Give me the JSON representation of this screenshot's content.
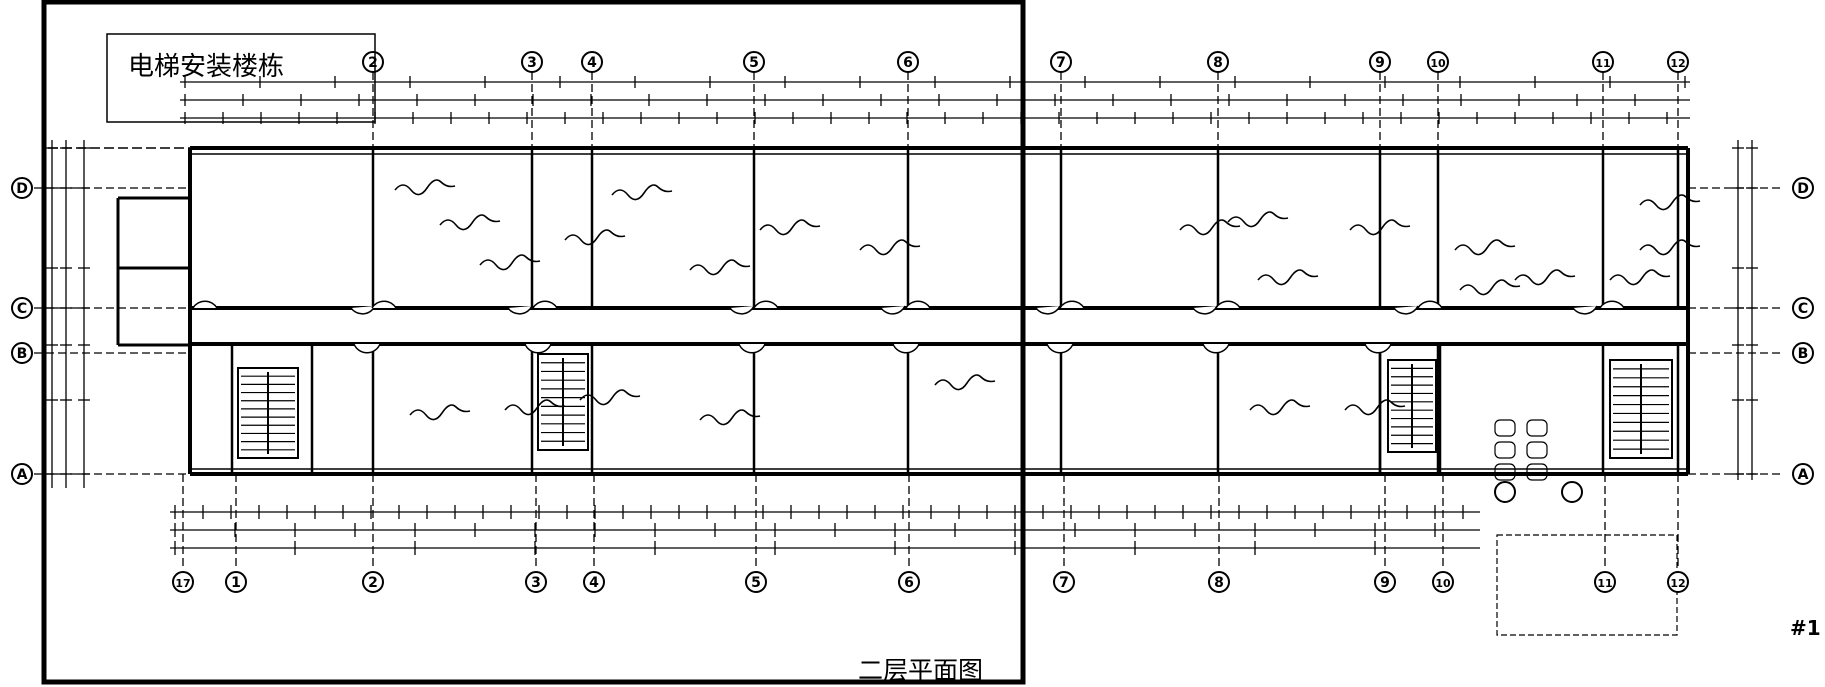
{
  "title": "电梯安装楼栋",
  "caption": "二层平面图",
  "corner_mark": "#1",
  "top_axes": [
    "2",
    "3",
    "4",
    "5",
    "6",
    "7",
    "8",
    "9",
    "10",
    "11",
    "12"
  ],
  "bottom_axes": [
    "17",
    "1",
    "2",
    "3",
    "4",
    "5",
    "6",
    "7",
    "8",
    "9",
    "10",
    "11",
    "12"
  ],
  "side_axes": [
    "D",
    "C",
    "B",
    "A"
  ]
}
